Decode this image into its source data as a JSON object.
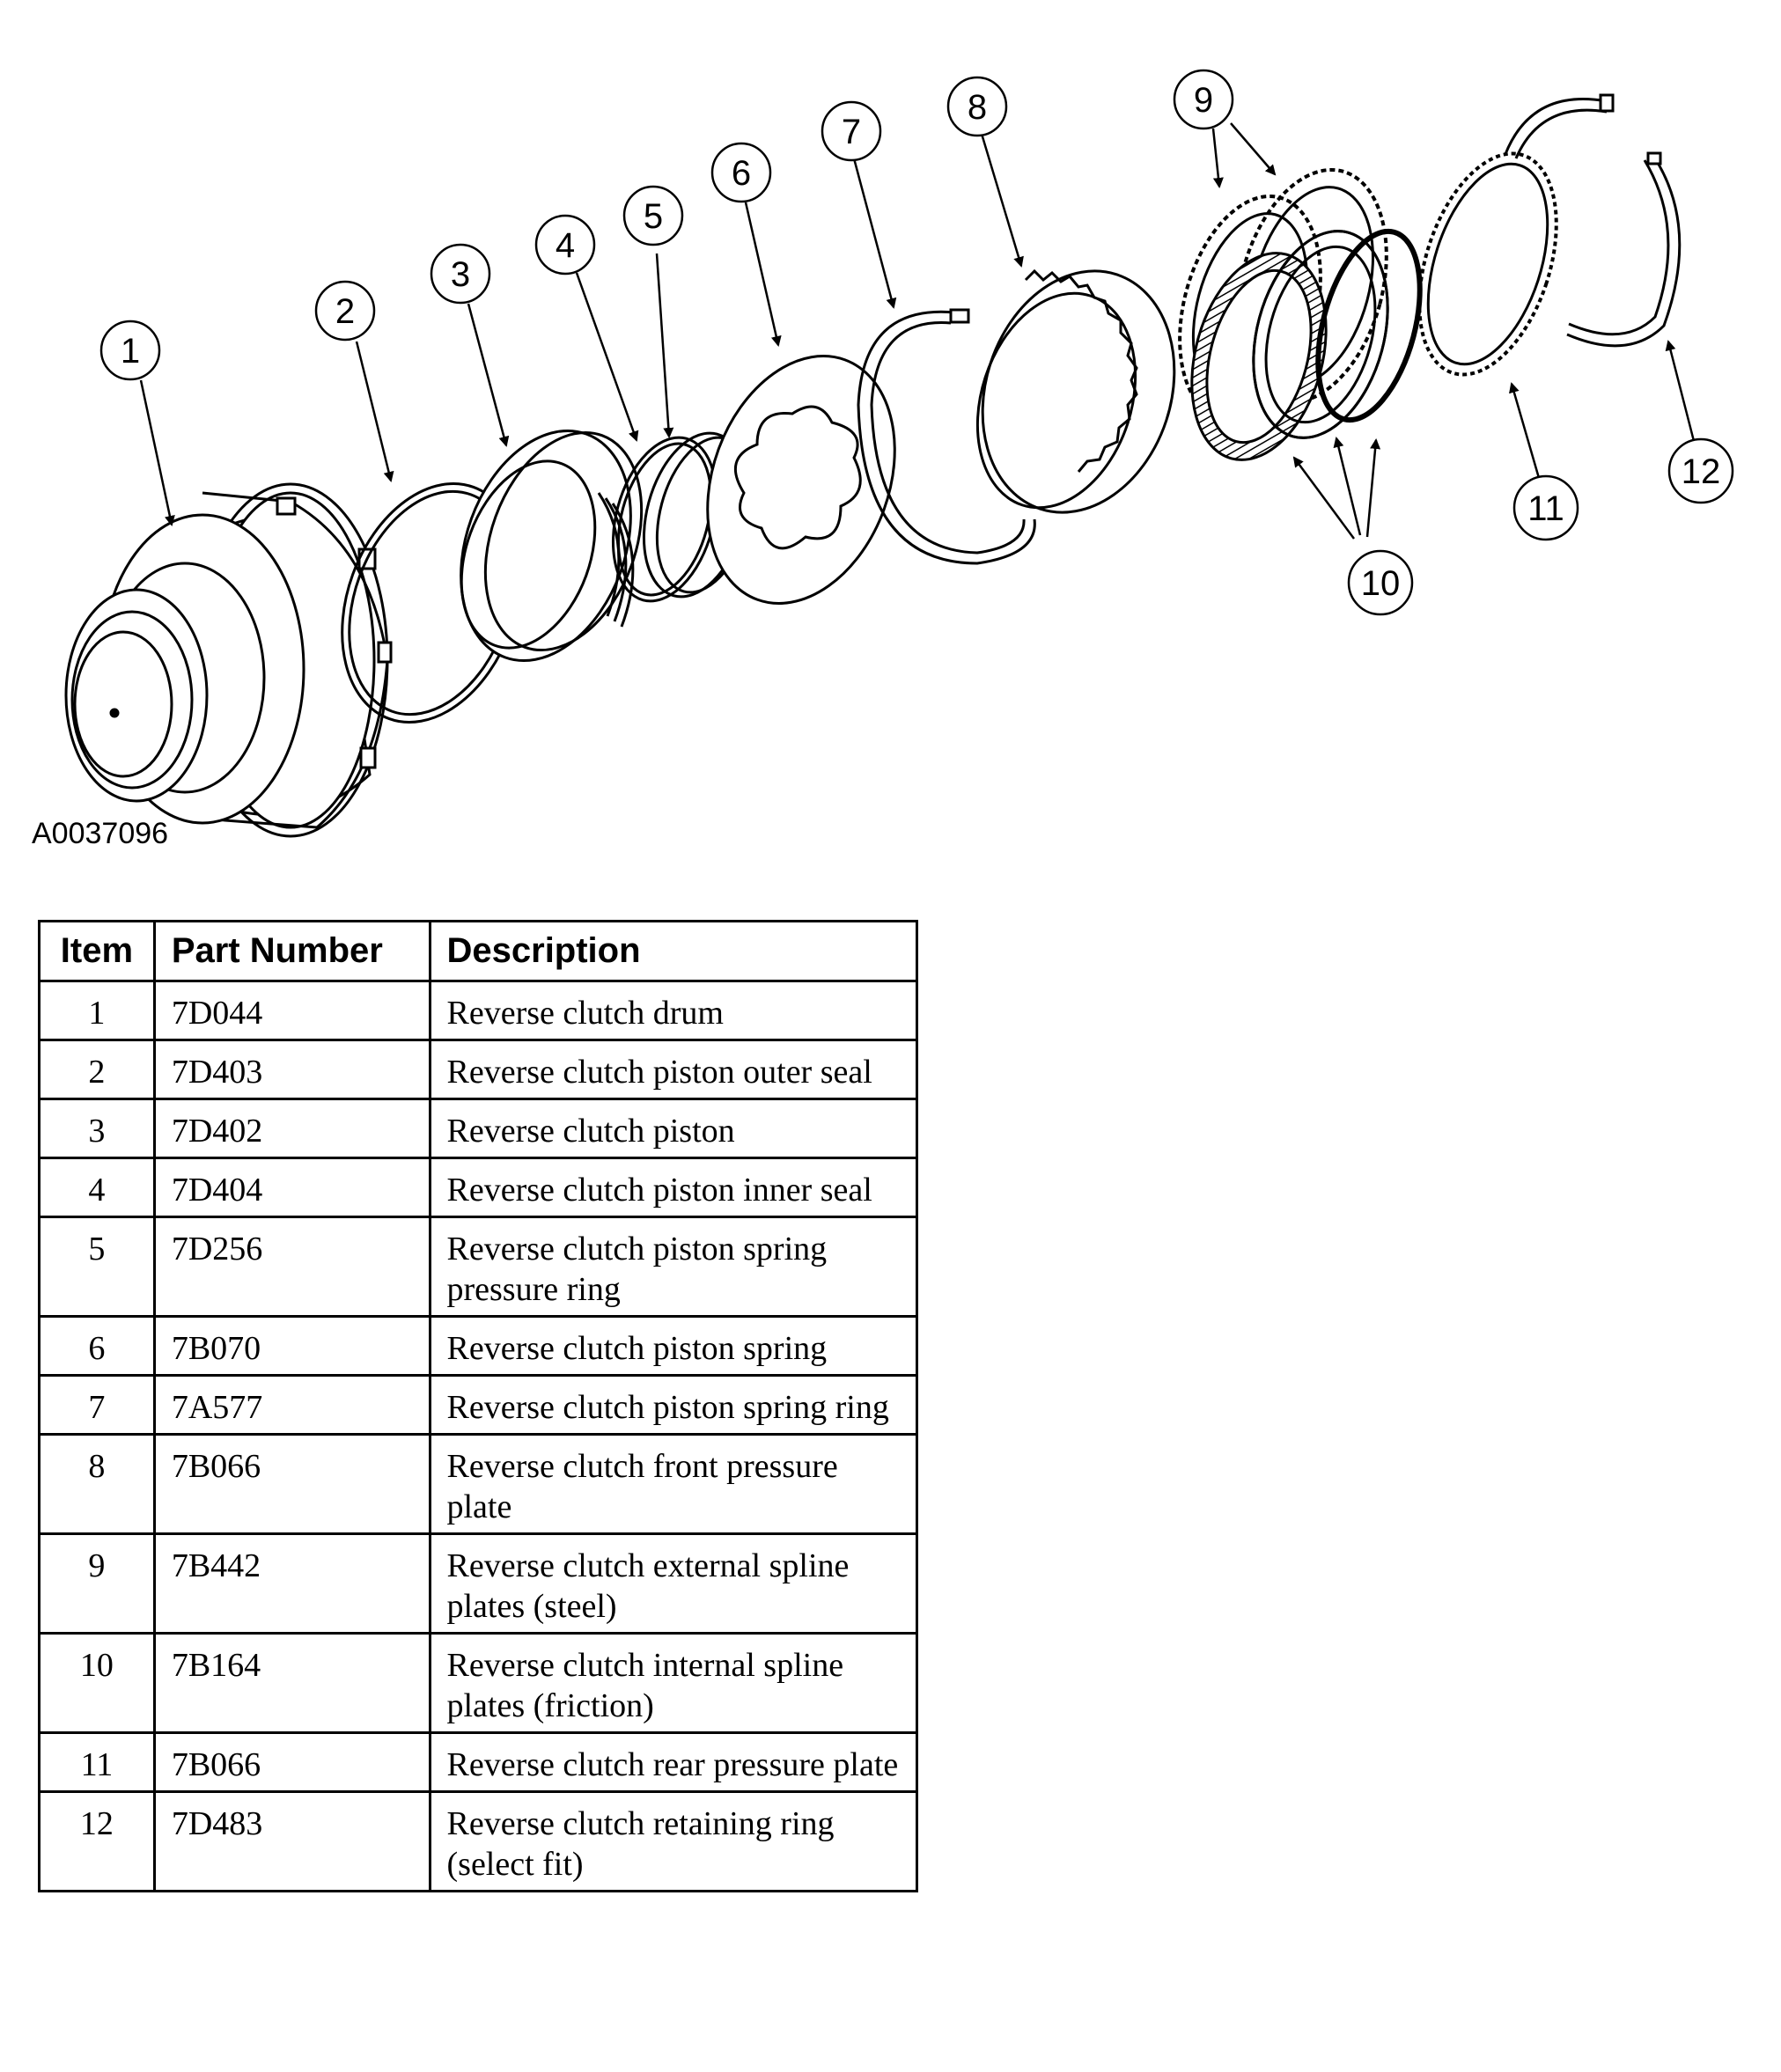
{
  "figure": {
    "id": "A0037096",
    "callouts": [
      "1",
      "2",
      "3",
      "4",
      "5",
      "6",
      "7",
      "8",
      "9",
      "10",
      "11",
      "12"
    ]
  },
  "table": {
    "headers": {
      "item": "Item",
      "part_number": "Part Number",
      "description": "Description"
    },
    "rows": [
      {
        "item": "1",
        "part_number": "7D044",
        "description": "Reverse clutch drum"
      },
      {
        "item": "2",
        "part_number": "7D403",
        "description": "Reverse clutch piston outer seal"
      },
      {
        "item": "3",
        "part_number": "7D402",
        "description": "Reverse clutch piston"
      },
      {
        "item": "4",
        "part_number": "7D404",
        "description": "Reverse clutch piston inner seal"
      },
      {
        "item": "5",
        "part_number": "7D256",
        "description": "Reverse clutch piston spring pressure ring"
      },
      {
        "item": "6",
        "part_number": "7B070",
        "description": "Reverse clutch piston spring"
      },
      {
        "item": "7",
        "part_number": "7A577",
        "description": "Reverse clutch piston spring ring"
      },
      {
        "item": "8",
        "part_number": "7B066",
        "description": "Reverse clutch front pressure plate"
      },
      {
        "item": "9",
        "part_number": "7B442",
        "description": "Reverse clutch external spline plates (steel)"
      },
      {
        "item": "10",
        "part_number": "7B164",
        "description": "Reverse clutch internal spline plates (friction)"
      },
      {
        "item": "11",
        "part_number": "7B066",
        "description": "Reverse clutch rear pressure plate"
      },
      {
        "item": "12",
        "part_number": "7D483",
        "description": "Reverse clutch retaining ring (select fit)"
      }
    ]
  }
}
